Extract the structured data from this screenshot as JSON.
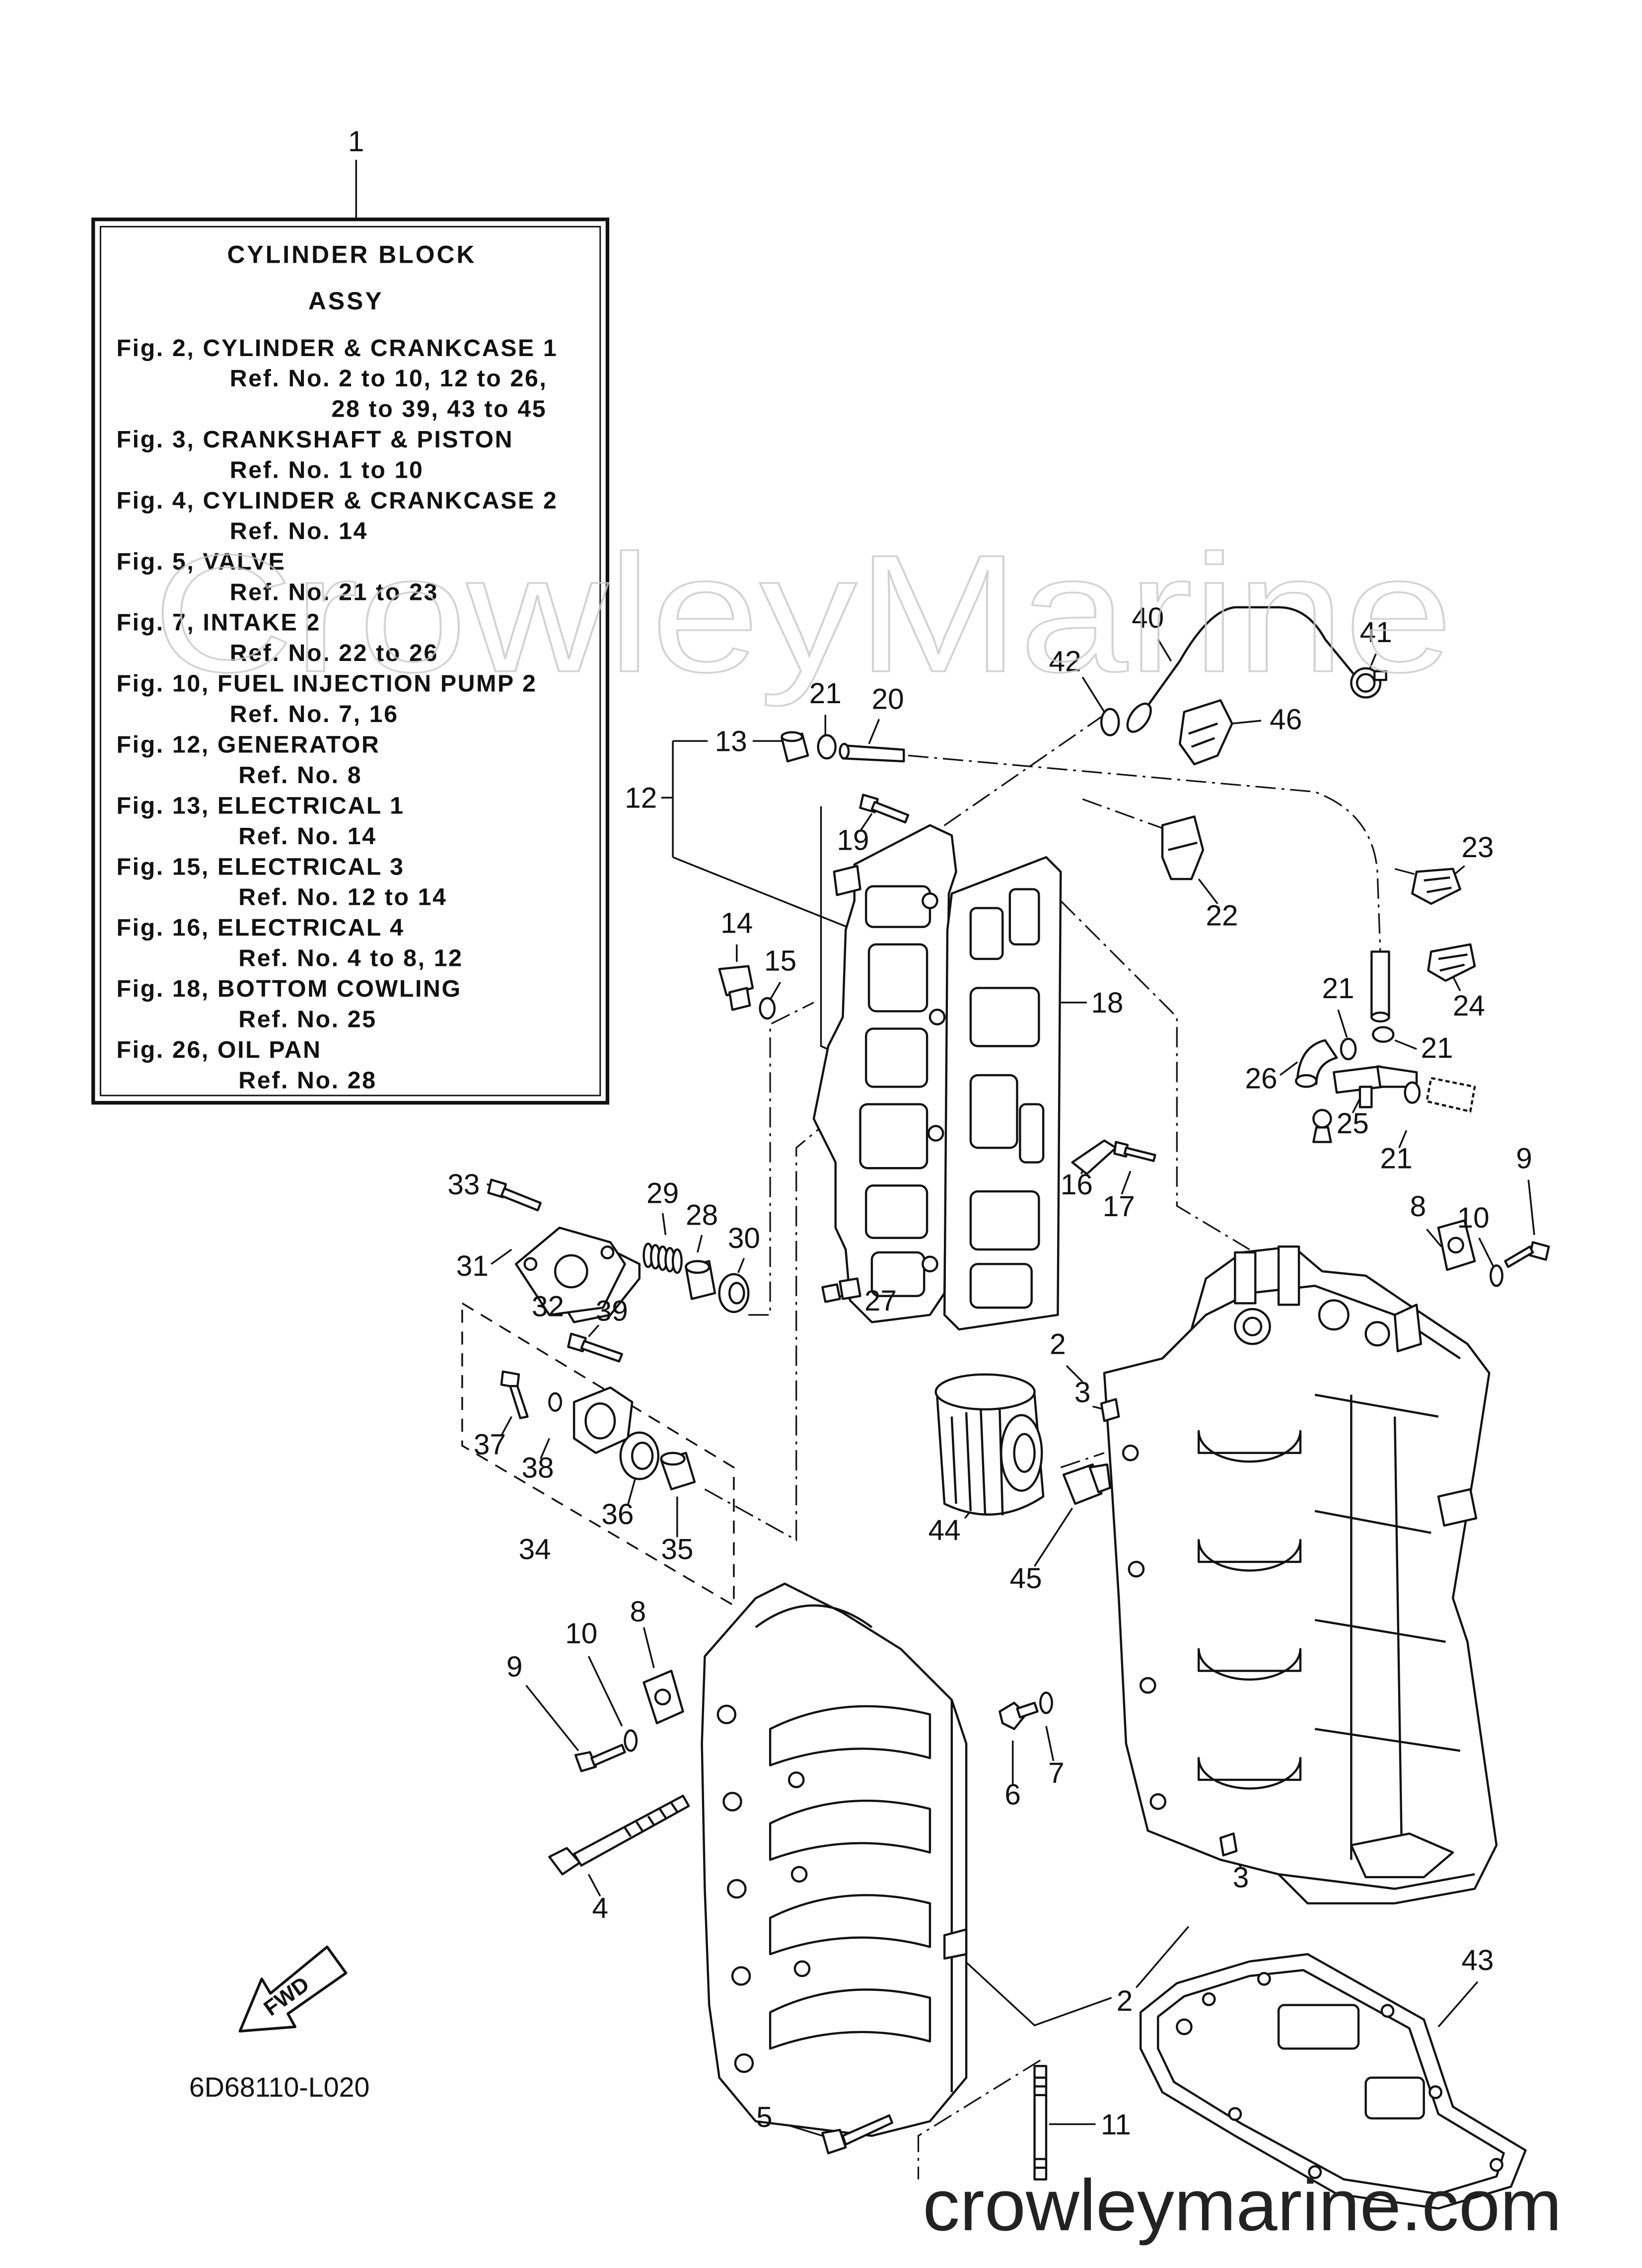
{
  "index_box": {
    "title": "CYLINDER BLOCK",
    "subtitle": "ASSY",
    "lines": [
      "Fig. 2, CYLINDER & CRANKCASE 1",
      "Ref. No. 2 to 10, 12 to 26,",
      "28 to 39, 43 to 45",
      "Fig. 3, CRANKSHAFT & PISTON",
      "Ref. No. 1 to 10",
      "Fig. 4, CYLINDER & CRANKCASE 2",
      "Ref. No. 14",
      "Fig. 5, VALVE",
      "Ref. No. 21 to 23",
      "Fig. 7, INTAKE 2",
      "Ref. No. 22 to 26",
      "Fig. 10, FUEL INJECTION PUMP 2",
      "Ref. No. 7, 16",
      "Fig. 12, GENERATOR",
      "Ref. No. 8",
      "Fig. 13, ELECTRICAL 1",
      "Ref. No. 14",
      "Fig. 15, ELECTRICAL 3",
      "Ref. No. 12 to 14",
      "Fig. 16, ELECTRICAL 4",
      "Ref. No. 4 to 8, 12",
      "Fig. 18, BOTTOM COWLING",
      "Ref. No. 25",
      "Fig. 26, OIL PAN",
      "Ref. No. 28"
    ]
  },
  "callouts": [
    "1",
    "13",
    "21",
    "20",
    "12",
    "19",
    "42",
    "40",
    "41",
    "46",
    "22",
    "23",
    "24",
    "21",
    "21",
    "26",
    "25",
    "21",
    "14",
    "15",
    "18",
    "16",
    "17",
    "33",
    "29",
    "28",
    "30",
    "31",
    "32",
    "27",
    "39",
    "8",
    "10",
    "9",
    "2",
    "3",
    "37",
    "38",
    "36",
    "44",
    "45",
    "34",
    "35",
    "8",
    "10",
    "9",
    "6",
    "7",
    "3",
    "4",
    "43",
    "2",
    "5",
    "11"
  ],
  "fwd_label": "FWD",
  "drawing_code": "6D68110-L020",
  "watermark": "CrowleyMarine",
  "site_url": "crowleymarine.com",
  "colors": {
    "ink": "#111111",
    "paper": "#ffffff",
    "watermark": "#c8c8c8"
  },
  "icons": {
    "forward_arrow": "fwd-arrow-icon"
  }
}
